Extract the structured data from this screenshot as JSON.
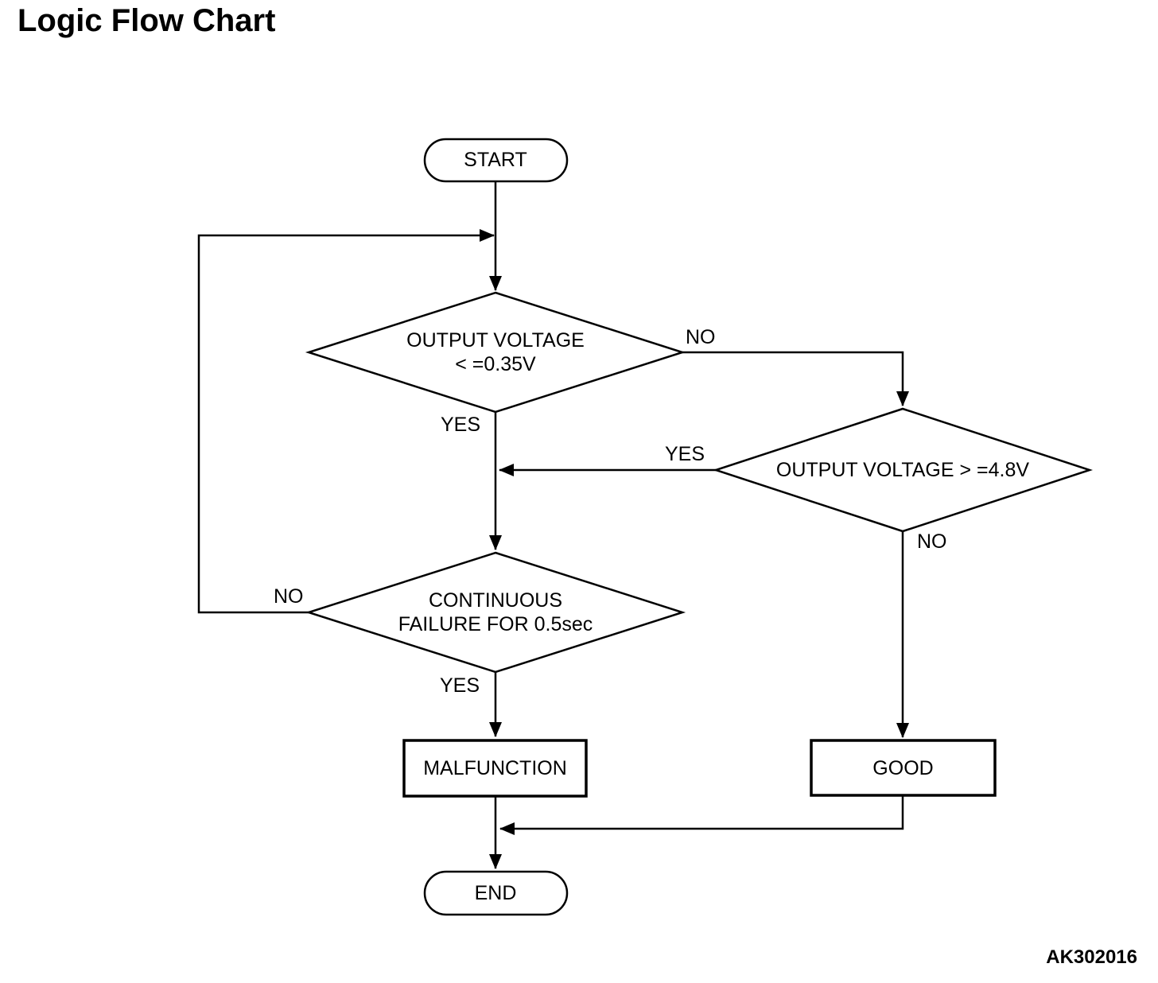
{
  "title": "Logic Flow Chart",
  "figure_code": "AK302016",
  "colors": {
    "line": "#000000",
    "background": "#ffffff"
  },
  "flowchart": {
    "nodes": {
      "start": "START",
      "decision_output_low": {
        "line1": "OUTPUT VOLTAGE",
        "line2": "< =0.35V"
      },
      "decision_output_high": "OUTPUT VOLTAGE > =4.8V",
      "decision_continuous": {
        "line1": "CONTINUOUS",
        "line2": "FAILURE FOR 0.5sec"
      },
      "malfunction": "MALFUNCTION",
      "good": "GOOD",
      "end": "END"
    },
    "branch_labels": {
      "output_low_no": "NO",
      "output_low_yes": "YES",
      "output_high_yes": "YES",
      "output_high_no": "NO",
      "continuous_no": "NO",
      "continuous_yes": "YES"
    }
  }
}
